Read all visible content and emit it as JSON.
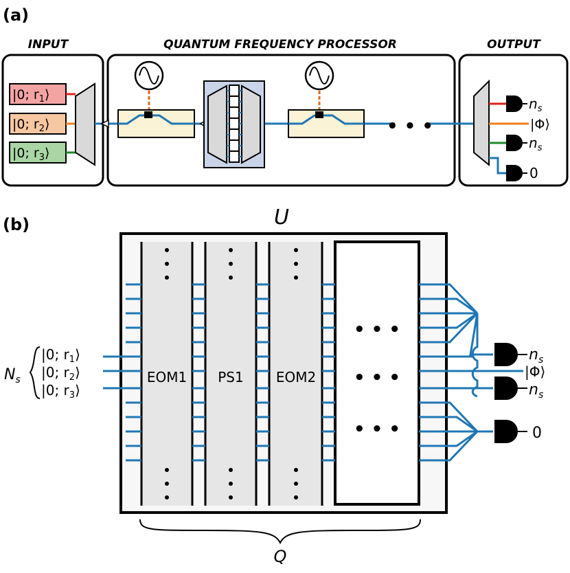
{
  "panel_a": {
    "label": "(a)",
    "input_title": "INPUT",
    "processor_title": "QUANTUM FREQUENCY PROCESSOR",
    "output_title": "OUTPUT",
    "inputs": [
      {
        "text": "|0; r",
        "sub": "1",
        "end": "⟩",
        "fill": "#f4a3a3",
        "line": "#e0201b"
      },
      {
        "text": "|0; r",
        "sub": "2",
        "end": "⟩",
        "fill": "#f6c7a1",
        "line": "#f07f1a"
      },
      {
        "text": "|0; r",
        "sub": "3",
        "end": "⟩",
        "fill": "#a9d6a4",
        "line": "#1e8b2a"
      }
    ],
    "ellipsis": "• • •",
    "outputs": [
      {
        "text": "n",
        "sub": "s",
        "line": "#e0201b"
      },
      {
        "text": "|Φ⟩",
        "sub": "",
        "line": "#f07f1a"
      },
      {
        "text": "n",
        "sub": "s",
        "line": "#1e8b2a"
      },
      {
        "text": "0",
        "sub": "",
        "line": "#1f77b4"
      }
    ]
  },
  "panel_b": {
    "label": "(b)",
    "unitary": "U",
    "ns_label": "N",
    "ns_sub": "s",
    "inputs": [
      {
        "text": "|0; r",
        "sub": "1",
        "end": "⟩"
      },
      {
        "text": "|0; r",
        "sub": "2",
        "end": "⟩"
      },
      {
        "text": "|0; r",
        "sub": "3",
        "end": "⟩"
      }
    ],
    "columns": [
      "EOM1",
      "PS1",
      "EOM2"
    ],
    "dots": "• • •",
    "outputs": [
      {
        "text": "n",
        "sub": "s"
      },
      {
        "text": "|Φ⟩",
        "sub": ""
      },
      {
        "text": "n",
        "sub": "s"
      },
      {
        "text": "0",
        "sub": ""
      }
    ],
    "q_label": "Q"
  },
  "colors": {
    "waveguide": "#1f77b4",
    "eom_fill": "#fbf3d5",
    "filter_fill": "#c9d4e8",
    "column_fill": "#e6e6e6",
    "rf_line": "#e06a1a"
  }
}
